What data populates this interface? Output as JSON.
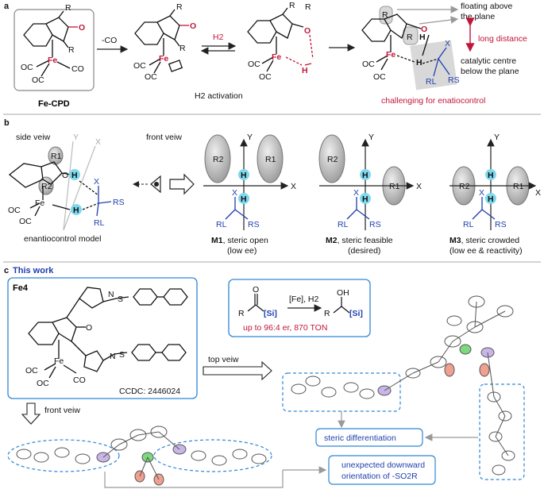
{
  "panels": {
    "a": {
      "letter": "a",
      "catalyst_name": "Fe-CPD",
      "minus_co": "-CO",
      "h2": "H2",
      "h2_activation": "H2 activation",
      "floating": [
        "floating above",
        "the plane"
      ],
      "long_distance": "long distance",
      "catalytic_centre": [
        "catalytic centre",
        "below the plane"
      ],
      "challenging": "challenging for enatiocontrol",
      "atoms": {
        "r": "R",
        "o": "O",
        "fe": "Fe",
        "oc": "OC",
        "co": "CO",
        "h": "H",
        "x": "X",
        "rl": "RL",
        "rs": "RS"
      }
    },
    "b": {
      "letter": "b",
      "side_view": "side veiw",
      "front_view": "front veiw",
      "model_caption": "enantiocontrol model",
      "axis_x": "X",
      "axis_y": "Y",
      "r1": "R1",
      "r2": "R2",
      "models": [
        {
          "id": "M1",
          "desc": ", steric open",
          "sub": "(low ee)"
        },
        {
          "id": "M2",
          "desc": ", steric feasible",
          "sub": "(desired)"
        },
        {
          "id": "M3",
          "desc": ", steric crowded",
          "sub": "(low ee & reactivity)"
        }
      ]
    },
    "c": {
      "letter": "c",
      "title": "This work",
      "compound": "Fe4",
      "ccdc": "CCDC: 2446024",
      "reagents": "[Fe], H2",
      "si": "[Si]",
      "r": "R",
      "oh": "OH",
      "selectivity": "up to 96:4 er, 870 TON",
      "top_view": "top veiw",
      "front_view": "front veiw",
      "steric_diff": "steric differentiation",
      "unexpected": [
        "unexpected downward",
        "orientation of -SO2R"
      ]
    }
  },
  "colors": {
    "red": "#c0163a",
    "blue": "#1f3fae",
    "cyan": "#7fd8ee",
    "grey_box": "#d8d8d8",
    "ellipse_grey": "#b0b0b0",
    "dash_blue": "#2f86d6"
  }
}
